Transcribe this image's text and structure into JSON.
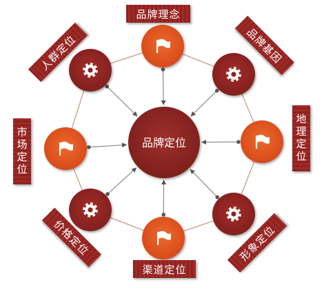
{
  "colors": {
    "dark_red": "#8e2321",
    "orange": "#e0501f",
    "connector": "#cfa79d",
    "spoke": "#8a8a8a"
  },
  "center": {
    "label": "品牌定位"
  },
  "nodes": [
    {
      "id": "top",
      "kind": "orange",
      "icon": "flag-icon",
      "label": "品牌理念"
    },
    {
      "id": "top-right",
      "kind": "dark",
      "icon": "gear-icon",
      "label": "品牌基因"
    },
    {
      "id": "right",
      "kind": "orange",
      "icon": "flag-icon",
      "label": "地理定位"
    },
    {
      "id": "bottom-right",
      "kind": "dark",
      "icon": "gear-icon",
      "label": "形象定位"
    },
    {
      "id": "bottom",
      "kind": "orange",
      "icon": "flag-icon",
      "label": "渠道定位"
    },
    {
      "id": "bottom-left",
      "kind": "dark",
      "icon": "gear-icon",
      "label": "价格定位"
    },
    {
      "id": "left",
      "kind": "orange",
      "icon": "flag-icon",
      "label": "市场定位"
    },
    {
      "id": "top-left",
      "kind": "dark",
      "icon": "gear-icon",
      "label": "人群定位"
    }
  ]
}
